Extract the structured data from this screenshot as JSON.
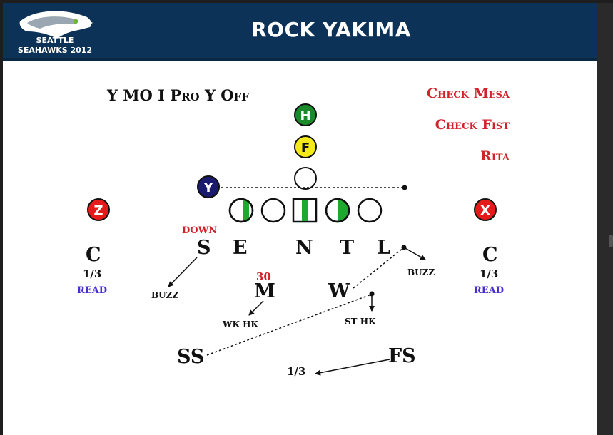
{
  "header": {
    "logo_line1": "SEATTLE",
    "logo_line2": "SEAHAWKS 2012",
    "title": "ROCK YAKIMA"
  },
  "formation": "Y MO I Pro Y Off",
  "calls": [
    "Check Mesa",
    "Check Fist",
    "Rita"
  ],
  "offense": {
    "h": "H",
    "f": "F",
    "y": "Y",
    "z": "Z",
    "x": "X"
  },
  "defense": {
    "down_label": "DOWN",
    "line": [
      "S",
      "E",
      "N",
      "T",
      "L"
    ],
    "left_corner": "C",
    "left_corner_zone": "1/3",
    "left_corner_read": "READ",
    "right_corner": "C",
    "right_corner_zone": "1/3",
    "right_corner_read": "READ",
    "buzz_left": "BUZZ",
    "buzz_right": "BUZZ",
    "m_number": "30",
    "m": "M",
    "w": "W",
    "wk_hk": "WK HK",
    "st_hk": "ST HK",
    "ss": "SS",
    "fs": "FS",
    "fs_zone": "1/3"
  },
  "colors": {
    "header_bg": "#0d3257",
    "call_red": "#d1232a",
    "h_green": "#1a8a2a",
    "f_yellow": "#f4ea1a",
    "y_navy": "#1a1a6e",
    "wr_red": "#e51b1b",
    "line_green": "#1ea830",
    "read_purple": "#4a2fd0"
  }
}
